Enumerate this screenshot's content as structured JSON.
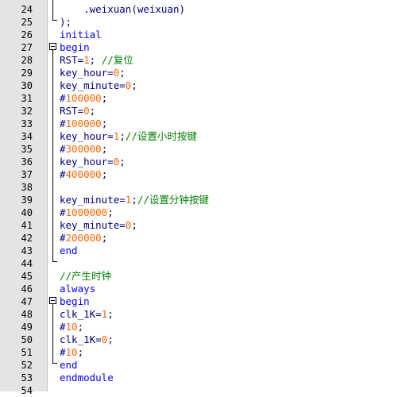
{
  "lines": [
    {
      "num": "24",
      "parts": [
        {
          "t": "    .weixuan(weixuan)",
          "k": "p"
        }
      ]
    },
    {
      "num": "25",
      "parts": [
        {
          "t": ");",
          "k": "p"
        }
      ]
    },
    {
      "num": "26",
      "parts": [
        {
          "t": "initial",
          "k": "k"
        }
      ]
    },
    {
      "num": "27",
      "parts": [
        {
          "t": "begin",
          "k": "k"
        }
      ]
    },
    {
      "num": "28",
      "parts": [
        {
          "t": "RST=",
          "k": "p"
        },
        {
          "t": "1",
          "k": "n"
        },
        {
          "t": "; ",
          "k": "p"
        },
        {
          "t": "//复位",
          "k": "c"
        }
      ]
    },
    {
      "num": "29",
      "parts": [
        {
          "t": "key_hour=",
          "k": "p"
        },
        {
          "t": "0",
          "k": "n"
        },
        {
          "t": ";",
          "k": "p"
        }
      ]
    },
    {
      "num": "30",
      "parts": [
        {
          "t": "key_minute=",
          "k": "p"
        },
        {
          "t": "0",
          "k": "n"
        },
        {
          "t": ";",
          "k": "p"
        }
      ]
    },
    {
      "num": "31",
      "parts": [
        {
          "t": "#",
          "k": "p"
        },
        {
          "t": "100000",
          "k": "n"
        },
        {
          "t": ";",
          "k": "p"
        }
      ]
    },
    {
      "num": "32",
      "parts": [
        {
          "t": "RST=",
          "k": "p"
        },
        {
          "t": "0",
          "k": "n"
        },
        {
          "t": ";",
          "k": "p"
        }
      ]
    },
    {
      "num": "33",
      "parts": [
        {
          "t": "#",
          "k": "p"
        },
        {
          "t": "100000",
          "k": "n"
        },
        {
          "t": ";",
          "k": "p"
        }
      ]
    },
    {
      "num": "34",
      "parts": [
        {
          "t": "key_hour=",
          "k": "p"
        },
        {
          "t": "1",
          "k": "n"
        },
        {
          "t": ";",
          "k": "p"
        },
        {
          "t": "//设置小时按键",
          "k": "c"
        }
      ]
    },
    {
      "num": "35",
      "parts": [
        {
          "t": "#",
          "k": "p"
        },
        {
          "t": "300000",
          "k": "n"
        },
        {
          "t": ";",
          "k": "p"
        }
      ]
    },
    {
      "num": "36",
      "parts": [
        {
          "t": "key_hour=",
          "k": "p"
        },
        {
          "t": "0",
          "k": "n"
        },
        {
          "t": ";",
          "k": "p"
        }
      ]
    },
    {
      "num": "37",
      "parts": [
        {
          "t": "#",
          "k": "p"
        },
        {
          "t": "400000",
          "k": "n"
        },
        {
          "t": ";",
          "k": "p"
        }
      ]
    },
    {
      "num": "38",
      "parts": []
    },
    {
      "num": "39",
      "parts": [
        {
          "t": "key_minute=",
          "k": "p"
        },
        {
          "t": "1",
          "k": "n"
        },
        {
          "t": ";",
          "k": "p"
        },
        {
          "t": "//设置分钟按键",
          "k": "c"
        }
      ]
    },
    {
      "num": "40",
      "parts": [
        {
          "t": "#",
          "k": "p"
        },
        {
          "t": "1000000",
          "k": "n"
        },
        {
          "t": ";",
          "k": "p"
        }
      ]
    },
    {
      "num": "41",
      "parts": [
        {
          "t": "key_minute=",
          "k": "p"
        },
        {
          "t": "0",
          "k": "n"
        },
        {
          "t": ";",
          "k": "p"
        }
      ]
    },
    {
      "num": "42",
      "parts": [
        {
          "t": "#",
          "k": "p"
        },
        {
          "t": "200000",
          "k": "n"
        },
        {
          "t": ";",
          "k": "p"
        }
      ]
    },
    {
      "num": "43",
      "parts": [
        {
          "t": "end",
          "k": "k"
        }
      ]
    },
    {
      "num": "44",
      "parts": []
    },
    {
      "num": "45",
      "parts": [
        {
          "t": "//产生时钟",
          "k": "c"
        }
      ]
    },
    {
      "num": "46",
      "parts": [
        {
          "t": "always",
          "k": "k"
        }
      ]
    },
    {
      "num": "47",
      "parts": [
        {
          "t": "begin",
          "k": "k"
        }
      ]
    },
    {
      "num": "48",
      "parts": [
        {
          "t": "clk_1K=",
          "k": "p"
        },
        {
          "t": "1",
          "k": "n"
        },
        {
          "t": ";",
          "k": "p"
        }
      ]
    },
    {
      "num": "49",
      "parts": [
        {
          "t": "#",
          "k": "p"
        },
        {
          "t": "10",
          "k": "n"
        },
        {
          "t": ";",
          "k": "p"
        }
      ]
    },
    {
      "num": "50",
      "parts": [
        {
          "t": "clk_1K=",
          "k": "p"
        },
        {
          "t": "0",
          "k": "n"
        },
        {
          "t": ";",
          "k": "p"
        }
      ]
    },
    {
      "num": "51",
      "parts": [
        {
          "t": "#",
          "k": "p"
        },
        {
          "t": "10",
          "k": "n"
        },
        {
          "t": ";",
          "k": "p"
        }
      ]
    },
    {
      "num": "52",
      "parts": [
        {
          "t": "end",
          "k": "k"
        }
      ]
    },
    {
      "num": "53",
      "parts": [
        {
          "t": "endmodule",
          "k": "k"
        }
      ]
    },
    {
      "num": "54",
      "parts": []
    }
  ],
  "colors": {
    "keyword": "#0000ff",
    "number": "#ff6600",
    "comment": "#008000",
    "plain": "#000080",
    "gutter": "#e4e4e4"
  },
  "icons": {
    "fold_open": "minus-box-icon"
  }
}
